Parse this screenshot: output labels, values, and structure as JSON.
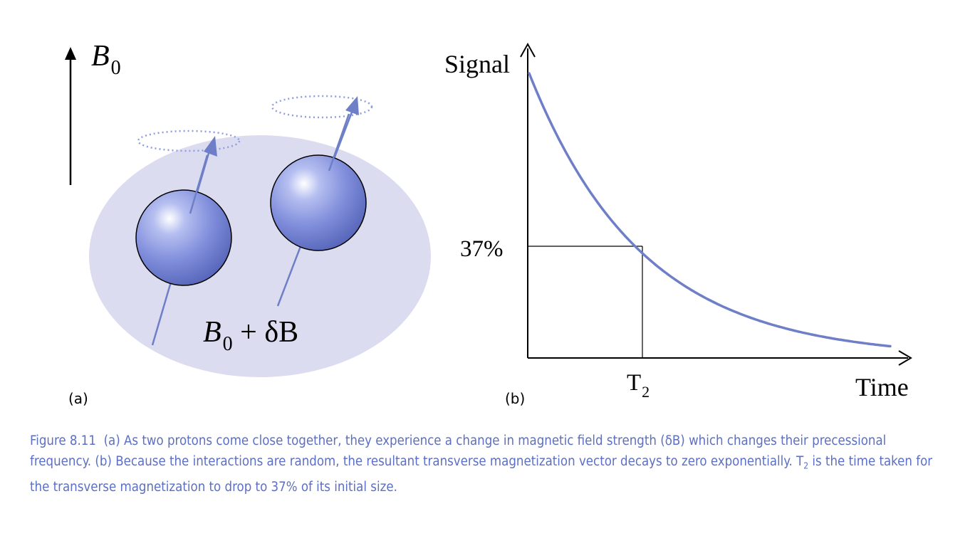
{
  "panel_a": {
    "label": "(a)",
    "field_label": "B",
    "field_sub": "0",
    "perturbed_label_b": "B",
    "perturbed_label_sub": "0",
    "perturbed_label_rest": " + δB",
    "colors": {
      "region": "#dcdcf0",
      "proton": "#7a88d6",
      "spin_axis": "#6e7fc8",
      "precession_orbit": "#8f9ddd"
    }
  },
  "panel_b": {
    "label": "(b)",
    "y_axis_label": "Signal",
    "x_axis_label": "Time",
    "marker_y_label": "37%",
    "marker_x_label": "T",
    "marker_x_sub": "2",
    "curve_color": "#6e7fc8"
  },
  "caption": {
    "figure_number": "Figure 8.11",
    "text_part1": "(a) As two protons come close together, they experience a change in magnetic field strength (δB) which changes their precessional frequency. (b) Because the interactions are random, the resultant transverse magnetization vector decays to zero exponentially. T",
    "subscript": "2",
    "text_part2": " is the time taken for the transverse magnetization to drop to 37% of its initial size.",
    "color": "#5b6fc4"
  }
}
